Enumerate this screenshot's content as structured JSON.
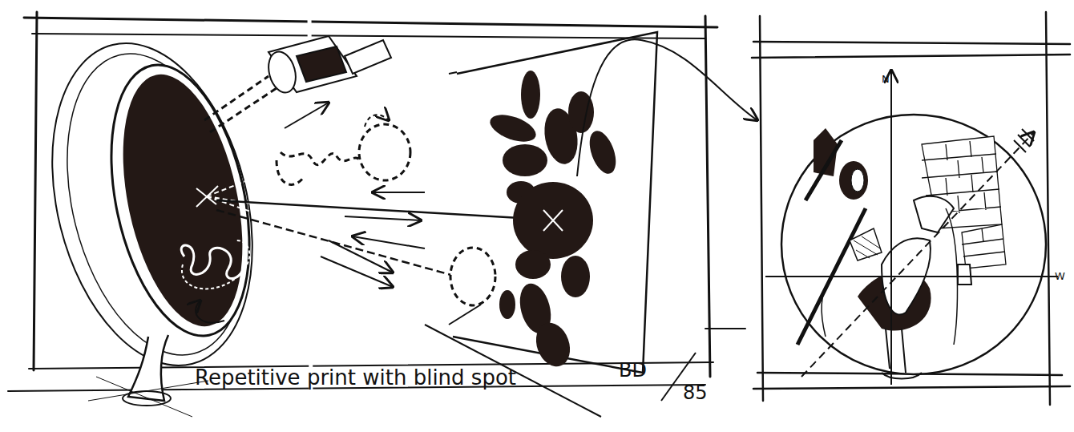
{
  "diagram": {
    "labels": [
      "Repetitive print with blind spot",
      "BD",
      "85",
      "N",
      "W"
    ]
  }
}
